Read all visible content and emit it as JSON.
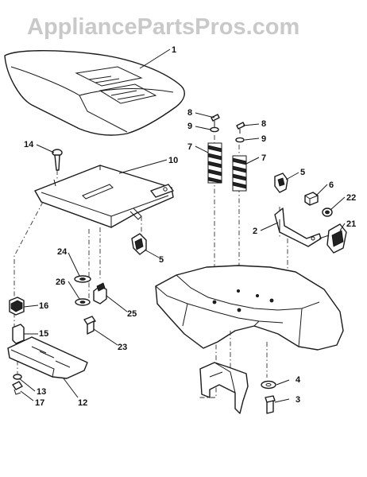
{
  "watermark": "AppliancePartsPros.com",
  "callouts": {
    "c1": "1",
    "c2": "2",
    "c3": "3",
    "c4": "4",
    "c5a": "5",
    "c5b": "5",
    "c6": "6",
    "c7a": "7",
    "c7b": "7",
    "c8a": "8",
    "c8b": "8",
    "c9a": "9",
    "c9b": "9",
    "c10": "10",
    "c12": "12",
    "c13": "13",
    "c14": "14",
    "c15": "15",
    "c16": "16",
    "c17": "17",
    "c21": "21",
    "c22": "22",
    "c23": "23",
    "c24": "24",
    "c25": "25",
    "c26": "26"
  }
}
